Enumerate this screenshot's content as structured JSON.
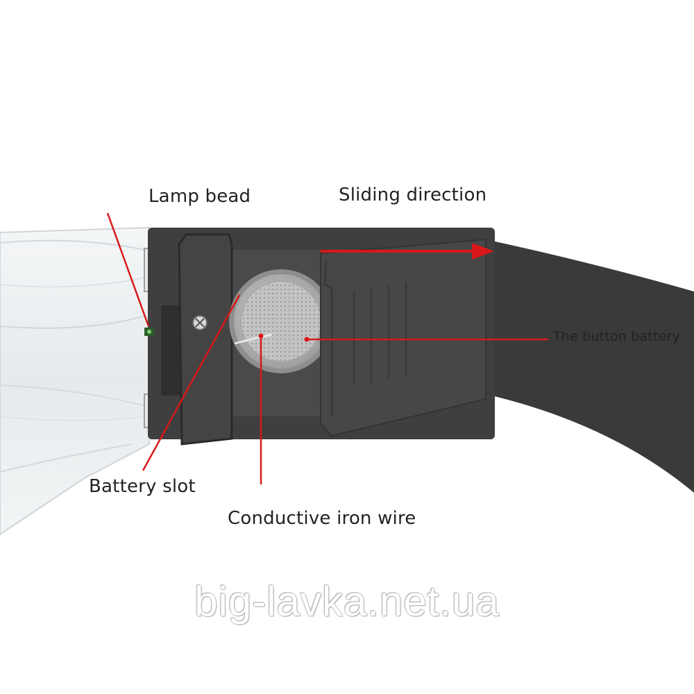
{
  "labels": {
    "lamp_bead": "Lamp bead",
    "sliding_direction": "Sliding direction",
    "button_battery": "The button battery",
    "battery_slot": "Battery slot",
    "conductive_wire": "Conductive iron wire"
  },
  "watermark": "big-lavka.net.ua",
  "colors": {
    "pointer": "#d81818",
    "frame": "#3a3a3a",
    "battery": "#bdbdbd",
    "lens": "#eef1f2"
  }
}
